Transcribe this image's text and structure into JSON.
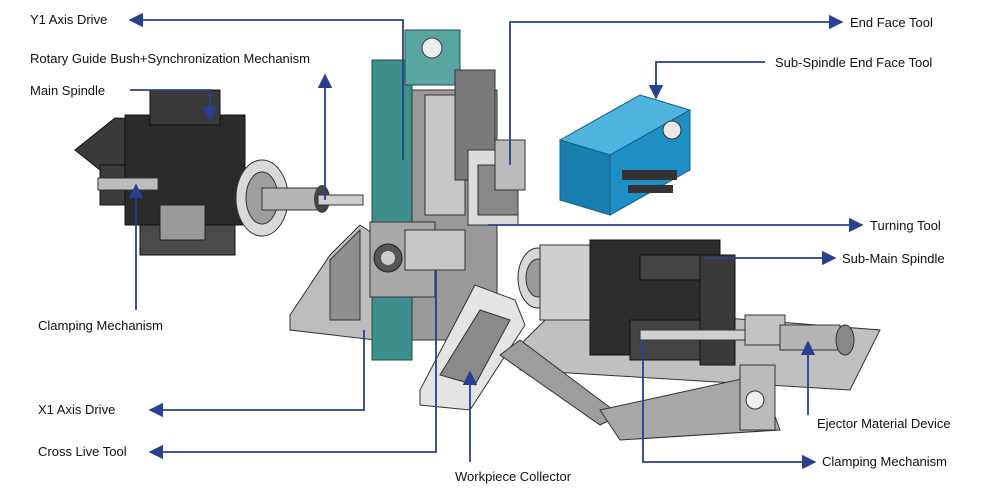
{
  "colors": {
    "leader": "#2a3f8f",
    "machine_dark": "#2b2b2b",
    "machine_mid": "#6e6e6e",
    "machine_light": "#c9c9c9",
    "teal_column": "#3e8f8c",
    "blue_toolblock": "#1e8fc4"
  },
  "labels": {
    "y1_axis_drive": "Y1 Axis Drive",
    "rotary_guide_bush": "Rotary Guide Bush+Synchronization Mechanism",
    "main_spindle": "Main Spindle",
    "clamping_mechanism_left": "Clamping Mechanism",
    "x1_axis_drive": "X1 Axis Drive",
    "cross_live_tool": "Cross Live Tool",
    "end_face_tool": "End Face Tool",
    "sub_spindle_end_face_tool": "Sub-Spindle End Face Tool",
    "turning_tool": "Turning Tool",
    "sub_main_spindle": "Sub-Main Spindle",
    "ejector_material_device": "Ejector Material Device",
    "clamping_mechanism_right": "Clamping Mechanism",
    "workpiece_collector": "Workpiece Collector"
  }
}
